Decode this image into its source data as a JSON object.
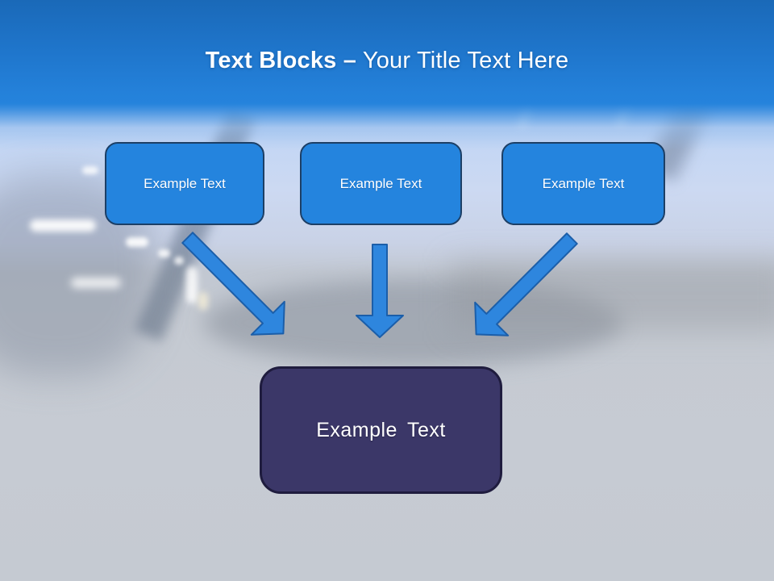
{
  "title": {
    "bold": "Text Blocks",
    "dash": "–",
    "regular": "Your Title Text Here"
  },
  "diagram": {
    "source_blocks": [
      {
        "label": "Example Text"
      },
      {
        "label": "Example Text"
      },
      {
        "label": "Example Text"
      }
    ],
    "target_block": {
      "label": "Example Text"
    },
    "arrows": [
      {
        "direction": "down-right",
        "from": "source-block-1",
        "to": "target-block"
      },
      {
        "direction": "down",
        "from": "source-block-2",
        "to": "target-block"
      },
      {
        "direction": "down-left",
        "from": "source-block-3",
        "to": "target-block"
      }
    ]
  },
  "colors": {
    "header_gradient_top": "#1A69B8",
    "header_gradient_bottom": "#2583DC",
    "title_text": "#FFFFFF",
    "source_block_fill": "#2484DE",
    "source_block_border": "#1C3F66",
    "arrow_fill": "#2E86DE",
    "arrow_border": "#1B5EA9",
    "target_block_fill": "#3B3768",
    "target_block_border": "#1F1C3E",
    "background_lower": "#C6CBD3"
  }
}
